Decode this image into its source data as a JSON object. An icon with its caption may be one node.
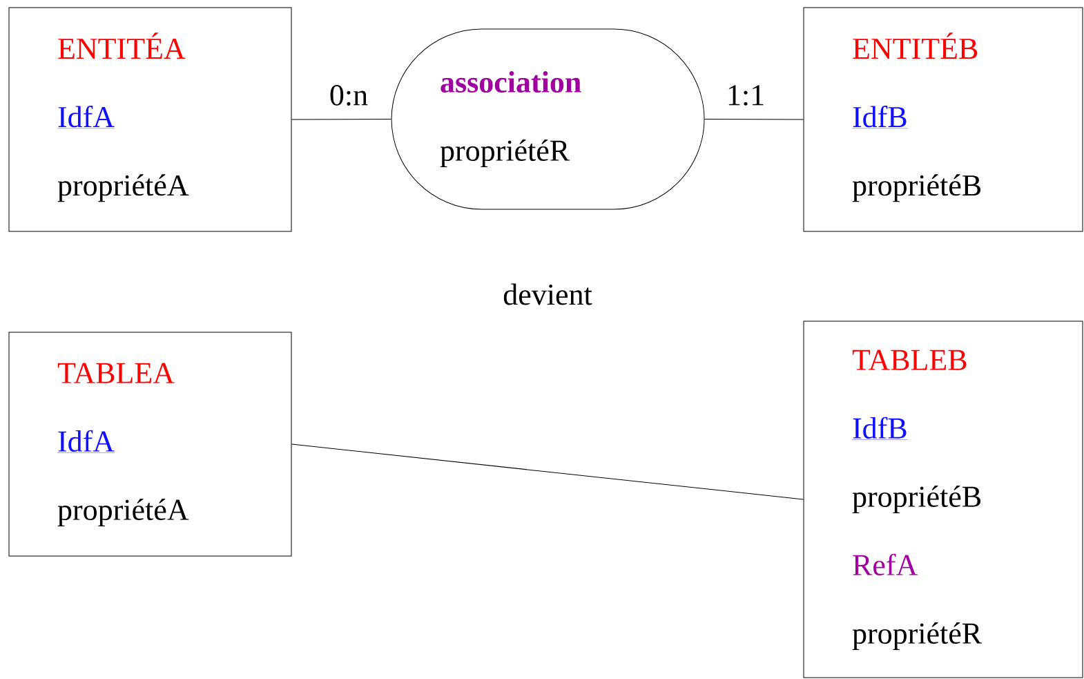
{
  "diagram": {
    "nodes": [
      {
        "text": [
          "ENTITÉA",
          "IdfA",
          "propriétéA"
        ]
      },
      {
        "text": [
          "association",
          "propriétéR"
        ]
      },
      {
        "text": [
          "ENTITÉB",
          "IdfB",
          "propriétéB"
        ]
      },
      {
        "text": [
          "TABLEA",
          "IdfA",
          "propriétéA"
        ]
      },
      {
        "text": [
          "TABLEB",
          "IdfB",
          "propriétéB",
          "RefA",
          "propriétéR"
        ]
      }
    ],
    "edges": [
      {
        "from": 0,
        "to": 1,
        "arrow": "none",
        "label": "0:n"
      },
      {
        "from": 1,
        "to": 2,
        "arrow": "none",
        "label": "1:1"
      },
      {
        "from": 3,
        "to": 4,
        "arrow": "none"
      }
    ],
    "labels": [
      "devient"
    ]
  }
}
